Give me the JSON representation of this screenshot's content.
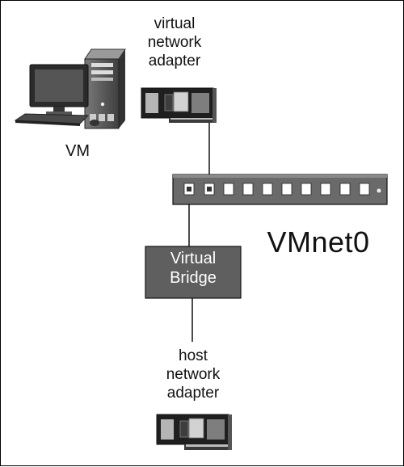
{
  "labels": {
    "vm": "VM",
    "virtual_adapter": [
      "virtual",
      "network",
      "adapter"
    ],
    "switch": "VMnet0",
    "bridge": [
      "Virtual",
      "Bridge"
    ],
    "host_adapter": [
      "host",
      "network",
      "adapter"
    ]
  },
  "colors": {
    "ink": "#111111",
    "bridge_fill": "#5f5f5f",
    "switch_fill": "#6a6a6a",
    "port_fill": "#ffffff"
  },
  "icons": [
    "computer-icon",
    "network-card-icon",
    "switch-icon"
  ]
}
